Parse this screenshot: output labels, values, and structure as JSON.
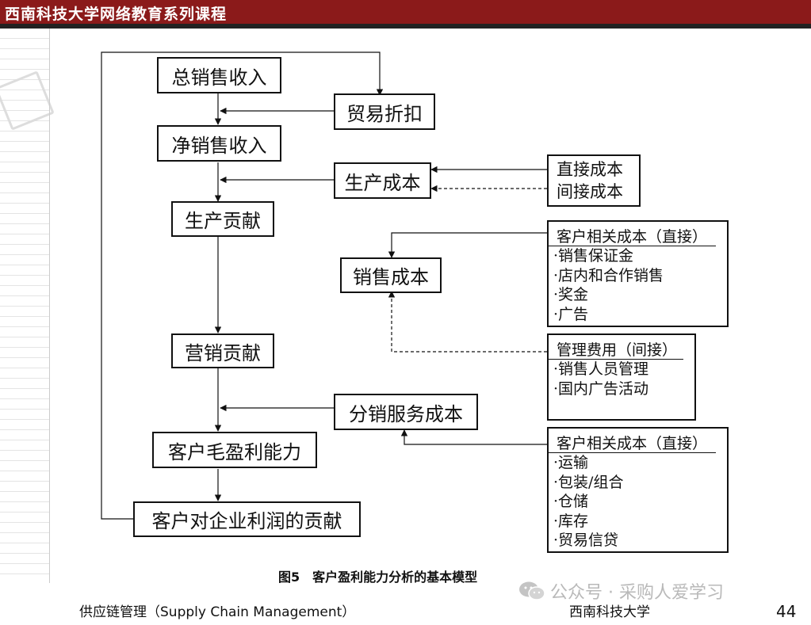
{
  "header": {
    "title": "西南科技大学网络教育系列课程"
  },
  "diagram": {
    "total_sales": "总销售收入",
    "trade_discount": "贸易折扣",
    "net_sales": "净销售收入",
    "production_cost": "生产成本",
    "direct_cost": "直接成本",
    "indirect_cost": "间接成本",
    "production_contribution": "生产贡献",
    "sales_cost": "销售成本",
    "panel1": {
      "title": "客户相关成本（直接）",
      "items": [
        "·销售保证金",
        "·店内和合作销售",
        "·奖金",
        "·广告"
      ]
    },
    "marketing_contribution": "营销贡献",
    "panel2": {
      "title": "管理费用（间接）",
      "items": [
        "·销售人员管理",
        "·国内广告活动"
      ]
    },
    "distribution_cost": "分销服务成本",
    "customer_gross_profitability": "客户毛盈利能力",
    "panel3": {
      "title": "客户相关成本（直接）",
      "items": [
        "·运输",
        "·包装/组合",
        "·仓储",
        "·库存",
        "·贸易信贷"
      ]
    },
    "customer_contribution": "客户对企业利润的贡献"
  },
  "caption": "图5　客户盈利能力分析的基本模型",
  "footer": {
    "course": "供应链管理（Supply Chain Management）",
    "university": "西南科技大学",
    "page": "44"
  },
  "watermark": {
    "text": "公众号 · 采购人爱学习",
    "icon": "wechat-icon"
  },
  "colors": {
    "header": "#8b1a1a"
  }
}
